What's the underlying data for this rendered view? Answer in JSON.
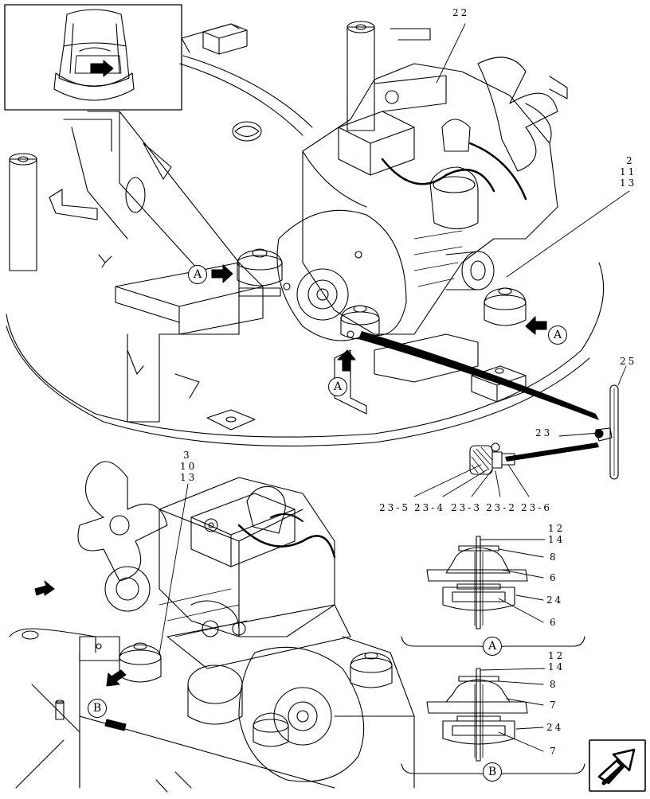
{
  "inset_view": {},
  "section_a": {
    "letter": "A"
  },
  "section_b": {
    "letter": "B"
  },
  "callouts": {
    "c22": "22",
    "c2": "2",
    "c11": "11",
    "c13a": "13",
    "c25": "25",
    "c23": "23",
    "c23_5": "23-5",
    "c23_4": "23-4",
    "c23_3": "23-3",
    "c23_2": "23-2",
    "c23_6": "23-6",
    "c3": "3",
    "c10": "10",
    "c13b": "13",
    "detail_a": {
      "c12": "12",
      "c14": "14",
      "c8": "8",
      "c6a": "6",
      "c24": "24",
      "c6b": "6"
    },
    "detail_b": {
      "c12": "12",
      "c14": "14",
      "c8": "8",
      "c7a": "7",
      "c24": "24",
      "c7b": "7"
    }
  },
  "nav_icon": "next-page-arrow-icon"
}
